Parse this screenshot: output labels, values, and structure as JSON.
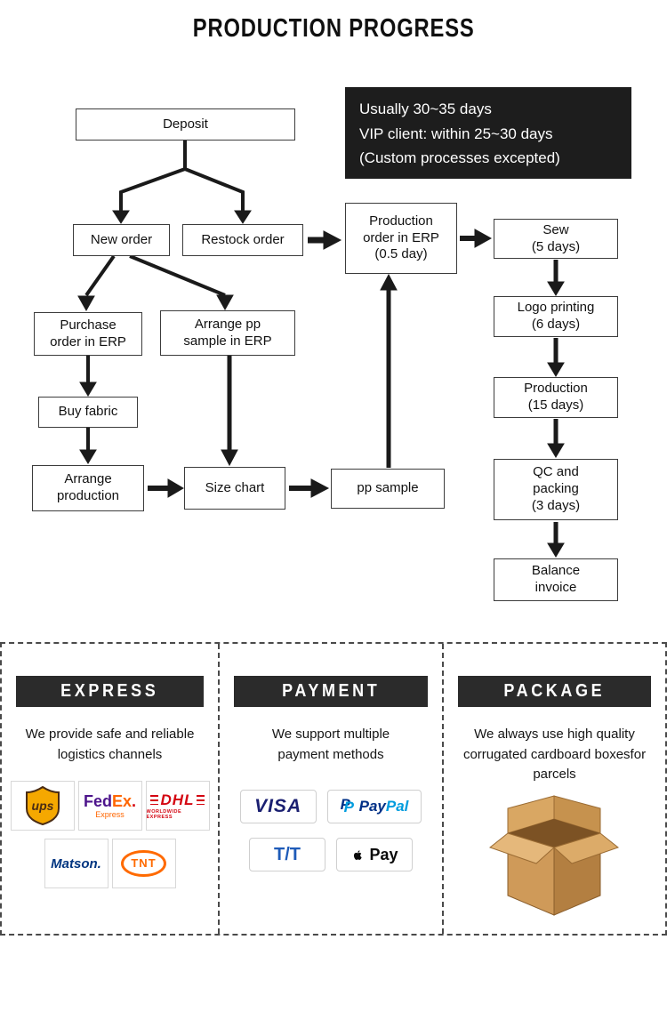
{
  "title": "PRODUCTION PROGRESS",
  "flow": {
    "info": {
      "line1": "Usually 30~35 days",
      "line2": "VIP client: within 25~30 days",
      "line3": "(Custom processes excepted)"
    },
    "nodes": {
      "deposit": {
        "line1": "Deposit"
      },
      "new_order": {
        "line1": "New order"
      },
      "restock_order": {
        "line1": "Restock order"
      },
      "purchase_order": {
        "line1": "Purchase",
        "line2": "order in ERP"
      },
      "arrange_pp": {
        "line1": "Arrange pp",
        "line2": "sample in ERP"
      },
      "buy_fabric": {
        "line1": "Buy fabric"
      },
      "arrange_production": {
        "line1": "Arrange",
        "line2": "production"
      },
      "size_chart": {
        "line1": "Size chart"
      },
      "pp_sample": {
        "line1": "pp sample"
      },
      "production_order": {
        "line1": "Production",
        "line2": "order in ERP",
        "line3": "(0.5 day)"
      },
      "sew": {
        "line1": "Sew",
        "line2": "(5 days)"
      },
      "logo_printing": {
        "line1": "Logo printing",
        "line2": "(6 days)"
      },
      "production": {
        "line1": "Production",
        "line2": "(15 days)"
      },
      "qc_packing": {
        "line1": "QC and",
        "line2": "packing",
        "line3": "(3 days)"
      },
      "balance_invoice": {
        "line1": "Balance",
        "line2": "invoice"
      }
    }
  },
  "sections": {
    "express": {
      "header": "EXPRESS",
      "line1": "We provide safe and reliable",
      "line2": "logistics channels",
      "logos": {
        "ups": "ups",
        "fedex_fed": "Fed",
        "fedex_ex": "Ex",
        "fedex_dot": ".",
        "fedex_sub": "Express",
        "dhl": "DHL",
        "dhl_sub": "WORLDWIDE EXPRESS",
        "matson": "Matson.",
        "tnt": "TNT"
      }
    },
    "payment": {
      "header": "PAYMENT",
      "line1": "We support multiple",
      "line2": "payment methods",
      "logos": {
        "visa": "VISA",
        "paypal_icon": "P",
        "paypal_pay": "Pay",
        "paypal_pal": "Pal",
        "tt": "T/T",
        "applepay": "Pay"
      }
    },
    "package": {
      "header": "PACKAGE",
      "line1": "We always use high quality",
      "line2": "corrugated cardboard boxesfor",
      "line3": "parcels"
    }
  },
  "colors": {
    "dark_bar": "#2b2b2b",
    "info_bg": "#1d1d1d",
    "flow_line": "#1a1a1a",
    "ups_gold": "#f5a800",
    "ups_brown": "#4a2c14",
    "fedex_purple": "#4d148c",
    "fedex_orange": "#ff6600",
    "dhl_red": "#d40511",
    "matson_blue": "#003580",
    "tnt_orange": "#ff6a00",
    "visa_blue": "#1a1f71",
    "paypal_dark": "#003087",
    "paypal_light": "#009cde",
    "tt_blue": "#1e5bb8"
  }
}
